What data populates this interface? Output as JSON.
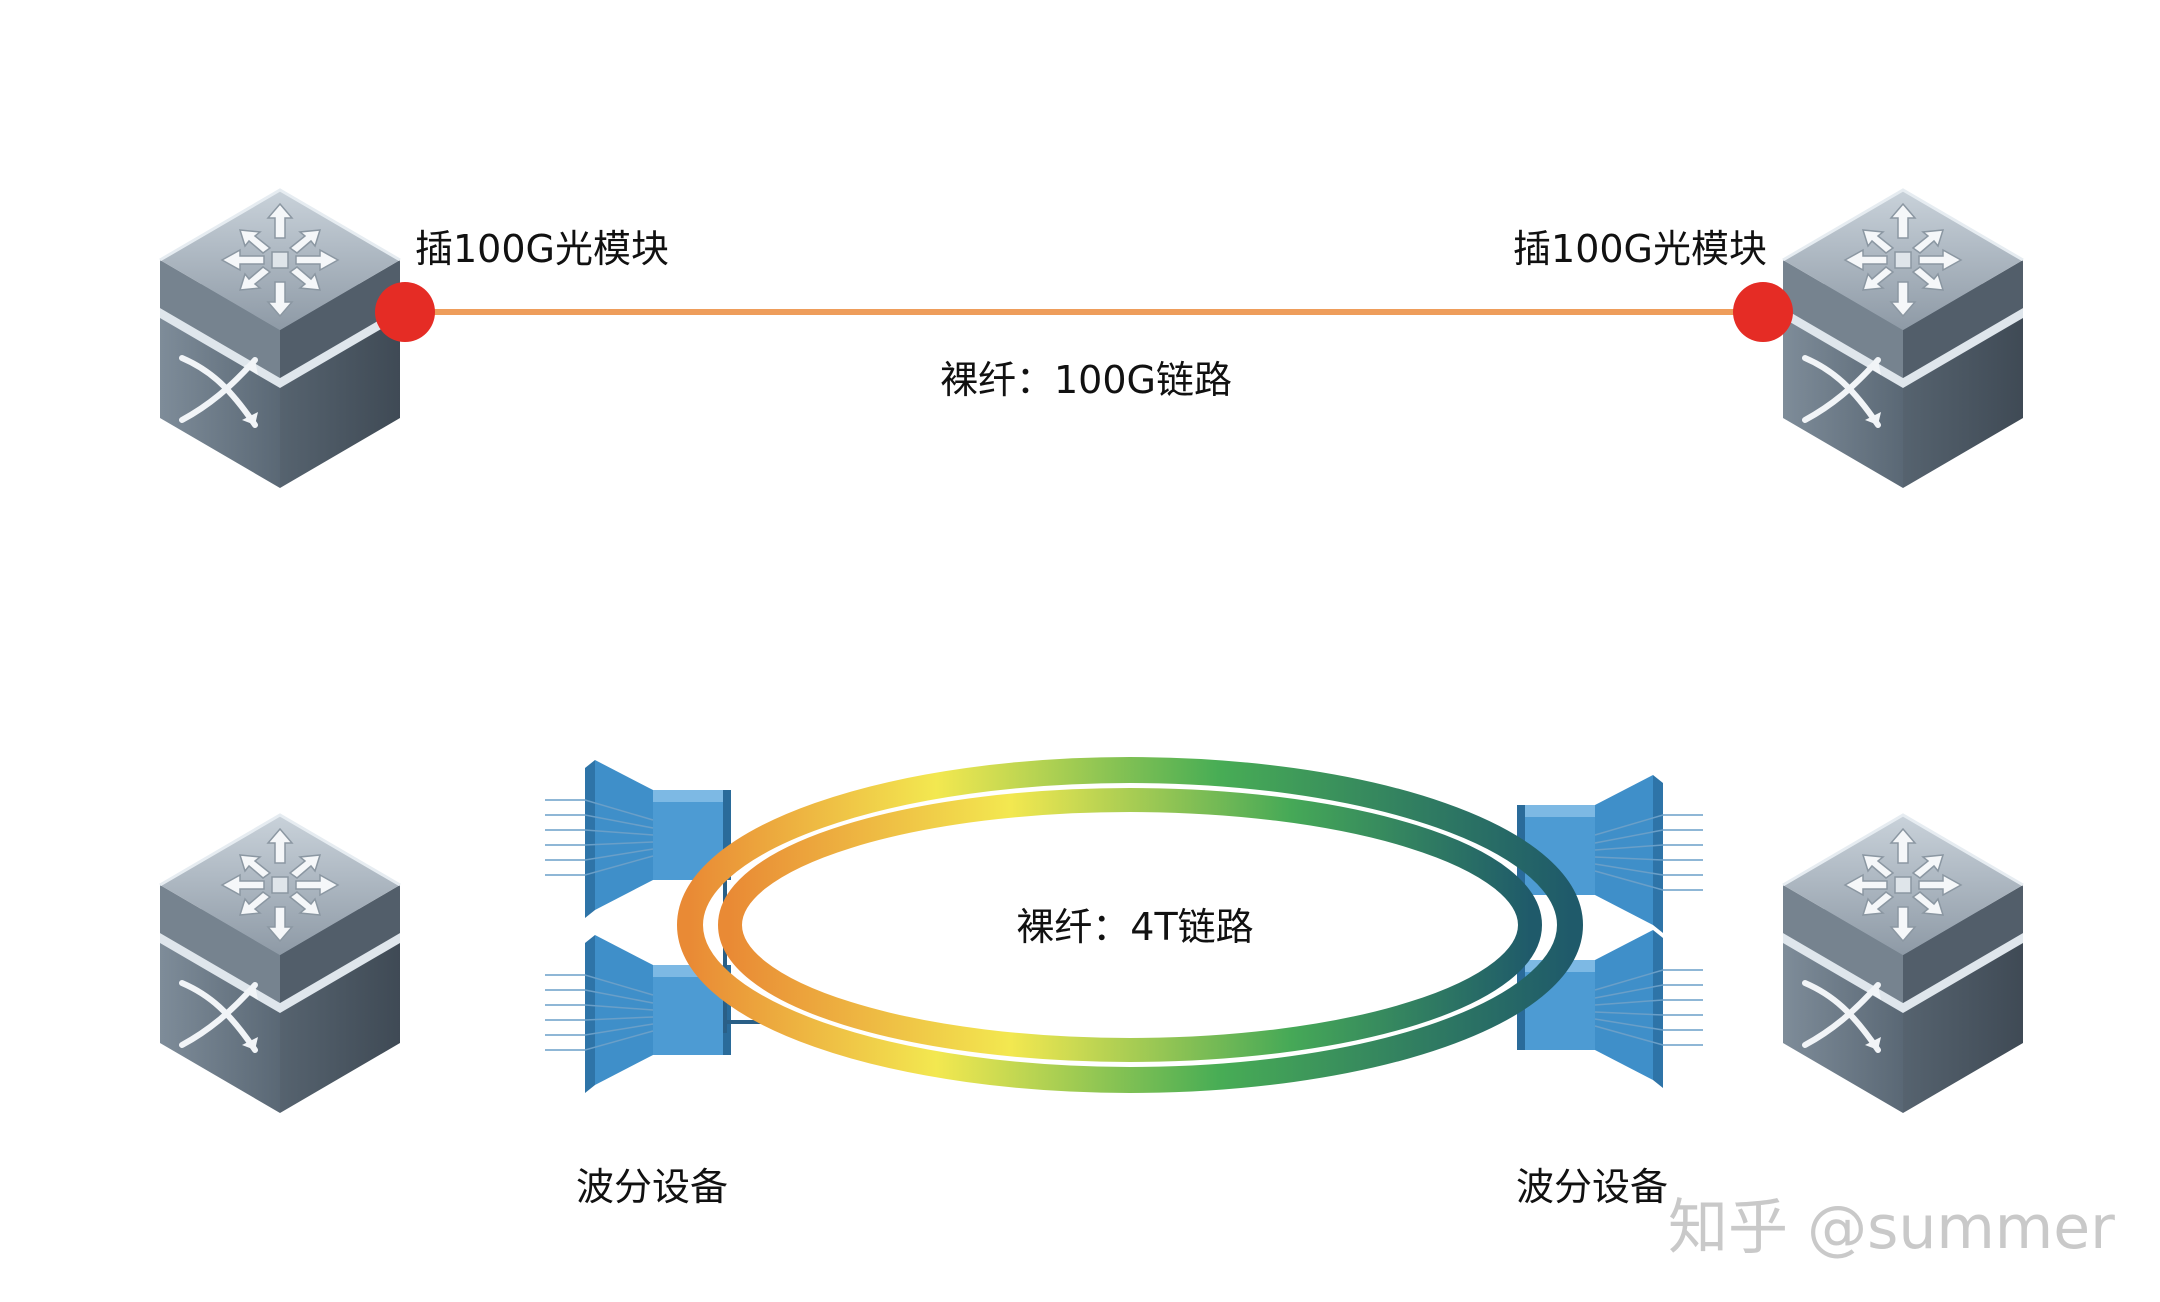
{
  "top_link": {
    "left_label": "插100G光模块",
    "right_label": "插100G光模块",
    "link_label": "裸纤：100G链路",
    "line_color": "#ee9d5b",
    "port_color": "#e52c25"
  },
  "bottom_link": {
    "link_label": "裸纤：4T链路",
    "left_device_label": "波分设备",
    "right_device_label": "波分设备",
    "ring_colors": [
      "#e98a35",
      "#f3e850",
      "#48ad55",
      "#1f5a6a"
    ],
    "mux_color": "#3f8fc9"
  },
  "watermark": "知乎 @summer"
}
